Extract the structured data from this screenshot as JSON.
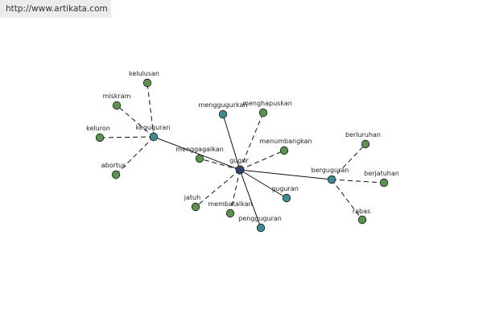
{
  "header": {
    "url": "http://www.artikata.com"
  },
  "graph": {
    "center": "gugur",
    "colors": {
      "hub": "#33446e",
      "branch": "#3f8a93",
      "leaf": "#5d9150",
      "edge": "#111111",
      "label": "#222222"
    },
    "nodes": [
      {
        "id": "gugur",
        "label": "gugur",
        "kind": "hub"
      },
      {
        "id": "keguguran",
        "label": "keguguran",
        "kind": "branch"
      },
      {
        "id": "berguguran",
        "label": "berguguran",
        "kind": "branch"
      },
      {
        "id": "menggugurkan",
        "label": "menggugurkan",
        "kind": "branch"
      },
      {
        "id": "guguran",
        "label": "guguran",
        "kind": "branch"
      },
      {
        "id": "pengguguran",
        "label": "pengguguran",
        "kind": "branch"
      },
      {
        "id": "menggagalkan",
        "label": "menggagalkan",
        "kind": "leaf"
      },
      {
        "id": "menghapuskan",
        "label": "menghapuskan",
        "kind": "leaf"
      },
      {
        "id": "menumbangkan",
        "label": "menumbangkan",
        "kind": "leaf"
      },
      {
        "id": "membatalkan",
        "label": "membatalkan",
        "kind": "leaf"
      },
      {
        "id": "jatuh",
        "label": "jatuh",
        "kind": "leaf"
      },
      {
        "id": "kelulusan",
        "label": "kelulusan",
        "kind": "leaf"
      },
      {
        "id": "miskram",
        "label": "miskram",
        "kind": "leaf"
      },
      {
        "id": "keluron",
        "label": "keluron",
        "kind": "leaf"
      },
      {
        "id": "abortus",
        "label": "abortus",
        "kind": "leaf"
      },
      {
        "id": "berluruhan",
        "label": "berluruhan",
        "kind": "leaf"
      },
      {
        "id": "berjatuhan",
        "label": "berjatuhan",
        "kind": "leaf"
      },
      {
        "id": "rabas",
        "label": "rabas",
        "kind": "leaf"
      }
    ],
    "edges": [
      {
        "from": "gugur",
        "to": "keguguran",
        "style": "solid"
      },
      {
        "from": "gugur",
        "to": "berguguran",
        "style": "solid"
      },
      {
        "from": "gugur",
        "to": "menggugurkan",
        "style": "solid"
      },
      {
        "from": "gugur",
        "to": "guguran",
        "style": "solid"
      },
      {
        "from": "gugur",
        "to": "pengguguran",
        "style": "solid"
      },
      {
        "from": "gugur",
        "to": "menggagalkan",
        "style": "dashed"
      },
      {
        "from": "gugur",
        "to": "menghapuskan",
        "style": "dashed"
      },
      {
        "from": "gugur",
        "to": "menumbangkan",
        "style": "dashed"
      },
      {
        "from": "gugur",
        "to": "membatalkan",
        "style": "dashed"
      },
      {
        "from": "gugur",
        "to": "jatuh",
        "style": "dashed"
      },
      {
        "from": "keguguran",
        "to": "kelulusan",
        "style": "dashed"
      },
      {
        "from": "keguguran",
        "to": "miskram",
        "style": "dashed"
      },
      {
        "from": "keguguran",
        "to": "keluron",
        "style": "dashed"
      },
      {
        "from": "keguguran",
        "to": "abortus",
        "style": "dashed"
      },
      {
        "from": "berguguran",
        "to": "berluruhan",
        "style": "dashed"
      },
      {
        "from": "berguguran",
        "to": "berjatuhan",
        "style": "dashed"
      },
      {
        "from": "berguguran",
        "to": "rabas",
        "style": "dashed"
      }
    ]
  }
}
